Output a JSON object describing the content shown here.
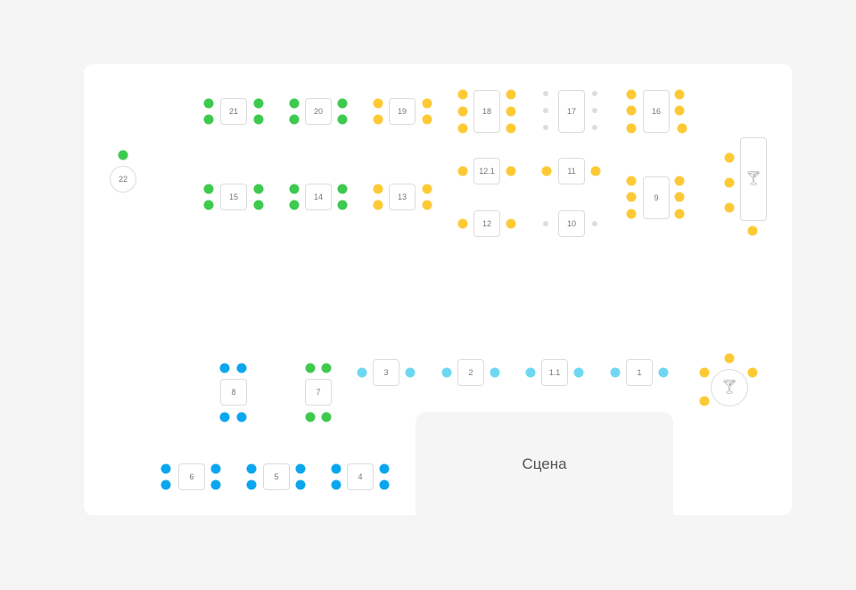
{
  "stage": {
    "label": "Сцена"
  },
  "status_colors": {
    "green": "#3ec94f",
    "yellow": "#fdca35",
    "blue": "#0aa7ee",
    "lightblue": "#6fd8f0",
    "gray": "#dddddd"
  },
  "tables": {
    "t21": {
      "label": "21",
      "status": "green"
    },
    "t20": {
      "label": "20",
      "status": "green"
    },
    "t19": {
      "label": "19",
      "status": "yellow"
    },
    "t15": {
      "label": "15",
      "status": "green"
    },
    "t14": {
      "label": "14",
      "status": "green"
    },
    "t13": {
      "label": "13",
      "status": "yellow"
    },
    "t22": {
      "label": "22",
      "status": "green"
    },
    "t18": {
      "label": "18",
      "status": "yellow"
    },
    "t17": {
      "label": "17",
      "status": "gray"
    },
    "t16": {
      "label": "16",
      "status": "yellow"
    },
    "t12_1": {
      "label": "12.1",
      "status": "yellow"
    },
    "t11": {
      "label": "11",
      "status": "yellow"
    },
    "t12": {
      "label": "12",
      "status": "yellow"
    },
    "t10": {
      "label": "10",
      "status": "gray"
    },
    "t9": {
      "label": "9",
      "status": "yellow"
    },
    "bar": {
      "label": "",
      "icon": "cocktail-icon",
      "status": "yellow"
    },
    "t8": {
      "label": "8",
      "status": "blue"
    },
    "t7": {
      "label": "7",
      "status": "green"
    },
    "t3": {
      "label": "3",
      "status": "lightblue"
    },
    "t2": {
      "label": "2",
      "status": "lightblue"
    },
    "t1_1": {
      "label": "1.1",
      "status": "lightblue"
    },
    "t1": {
      "label": "1",
      "status": "lightblue"
    },
    "round_bar": {
      "label": "",
      "icon": "cocktail-icon",
      "status": "yellow"
    },
    "t6": {
      "label": "6",
      "status": "blue"
    },
    "t5": {
      "label": "5",
      "status": "blue"
    },
    "t4": {
      "label": "4",
      "status": "blue"
    }
  }
}
